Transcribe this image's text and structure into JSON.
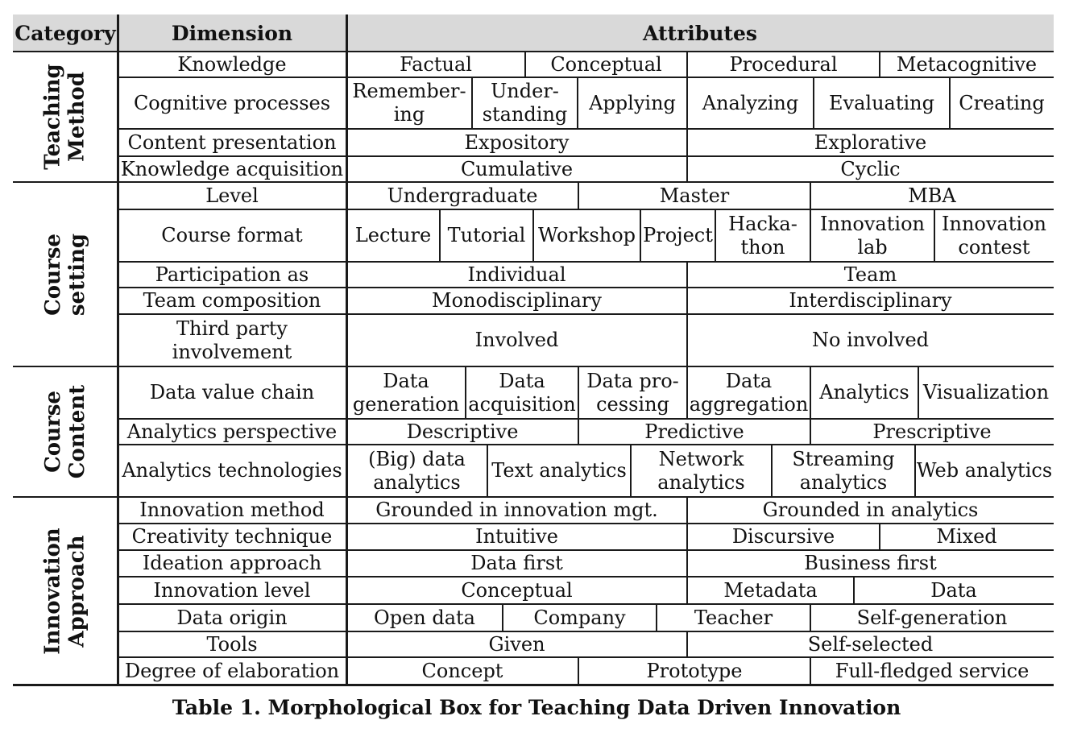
{
  "headers": {
    "category": "Category",
    "dimension": "Dimension",
    "attributes": "Attributes"
  },
  "categories": [
    {
      "label": "Teaching\nMethod",
      "rows": 4
    },
    {
      "label": "Course\nsetting",
      "rows": 5
    },
    {
      "label": "Course\nContent",
      "rows": 3
    },
    {
      "label": "Innovation\nApproach",
      "rows": 7
    }
  ],
  "rows": [
    {
      "dimension": "Knowledge",
      "attributes": [
        "Factual",
        "Conceptual",
        "Procedural",
        "Metacognitive"
      ]
    },
    {
      "dimension": "Cognitive processes",
      "attributes": [
        "Remember-\ning",
        "Under-\nstanding",
        "Applying",
        "Analyzing",
        "Evaluating",
        "Creating"
      ]
    },
    {
      "dimension": "Content presentation",
      "attributes": [
        "Expository",
        "Explorative"
      ]
    },
    {
      "dimension": "Knowledge acquisition",
      "attributes": [
        "Cumulative",
        "Cyclic"
      ]
    },
    {
      "dimension": "Level",
      "attributes": [
        "Undergraduate",
        "Master",
        "MBA"
      ]
    },
    {
      "dimension": "Course format",
      "attributes": [
        "Lecture",
        "Tutorial",
        "Workshop",
        "Project",
        "Hacka-\nthon",
        "Innovation\nlab",
        "Innovation\ncontest"
      ]
    },
    {
      "dimension": "Participation as",
      "attributes": [
        "Individual",
        "Team"
      ]
    },
    {
      "dimension": "Team composition",
      "attributes": [
        "Monodisciplinary",
        "Interdisciplinary"
      ]
    },
    {
      "dimension": "Third party\ninvolvement",
      "attributes": [
        "Involved",
        "No involved"
      ]
    },
    {
      "dimension": "Data value chain",
      "attributes": [
        "Data\ngeneration",
        "Data\nacquisition",
        "Data pro-\ncessing",
        "Data\naggregation",
        "Analytics",
        "Visualization"
      ]
    },
    {
      "dimension": "Analytics perspective",
      "attributes": [
        "Descriptive",
        "Predictive",
        "Prescriptive"
      ]
    },
    {
      "dimension": "Analytics technologies",
      "attributes": [
        "(Big) data\nanalytics",
        "Text analytics",
        "Network\nanalytics",
        "Streaming\nanalytics",
        "Web analytics"
      ]
    },
    {
      "dimension": "Innovation method",
      "attributes": [
        "Grounded in innovation mgt.",
        "Grounded in analytics"
      ]
    },
    {
      "dimension": "Creativity technique",
      "attributes": [
        "Intuitive",
        "Discursive",
        "Mixed"
      ]
    },
    {
      "dimension": "Ideation approach",
      "attributes": [
        "Data first",
        "Business first"
      ]
    },
    {
      "dimension": "Innovation level",
      "attributes": [
        "Conceptual",
        "Metadata",
        "Data"
      ]
    },
    {
      "dimension": "Data origin",
      "attributes": [
        "Open data",
        "Company",
        "Teacher",
        "Self-generation"
      ]
    },
    {
      "dimension": "Tools",
      "attributes": [
        "Given",
        "Self-selected"
      ]
    },
    {
      "dimension": "Degree of elaboration",
      "attributes": [
        "Concept",
        "Prototype",
        "Full-fledged service"
      ]
    }
  ],
  "caption": "Table 1. Morphological Box for Teaching Data Driven Innovation",
  "colors": {
    "header_bg": "#d9d9d9",
    "line": "#1a1a1a"
  }
}
